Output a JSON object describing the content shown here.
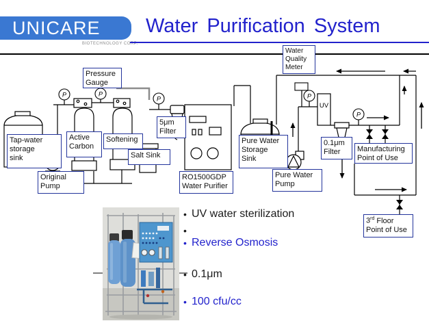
{
  "colors": {
    "title_blue": "#2222cc",
    "logo_band_blue": "#3a78d2",
    "label_box_border": "#22339b",
    "diagram_line": "#000000",
    "bullet_blue": "#2222cc"
  },
  "header": {
    "logo_text": "UNICARE",
    "logo_subtext": "BIOTECHNOLOGY CORP.",
    "title": "Water Purification System"
  },
  "diagram": {
    "gauge_letter": "P",
    "labels": {
      "pressure_gauge": "Pressure\nGauge",
      "water_quality_meter": "Water\nQuality\nMeter",
      "tap_water": "Tap-water\nstorage\nsink",
      "original_pump": "Original\nPump",
      "active_carbon": "Active\nCarbon",
      "softening": "Softening",
      "salt_sink": "Salt Sink",
      "filter_5um": "5μm\nFilter",
      "ro_purifier": "RO1500GDP\nWater Purifier",
      "pure_water_storage": "Pure Water\nStorage\nSink",
      "pure_water_pump": "Pure Water\nPump",
      "uv": "UV",
      "filter_01um": "0.1μm\nFilter",
      "manufacturing": "Manufacturing\nPoint of Use",
      "third_floor": {
        "num": "3",
        "ordinal": "rd",
        "rest": "Floor",
        "line2": "Point of Use"
      }
    }
  },
  "bullets": [
    {
      "text": "UV water sterilization",
      "style": "color:#1a1a1a"
    },
    {
      "text": "",
      "style": "color:#1a1a1a"
    },
    {
      "text": "Reverse Osmosis",
      "style": "color:#2222cc"
    },
    {
      "text": "0.1μm",
      "style": "color:#1a1a1a"
    },
    {
      "text": "100 cfu/cc",
      "style": "color:#2222cc"
    }
  ]
}
